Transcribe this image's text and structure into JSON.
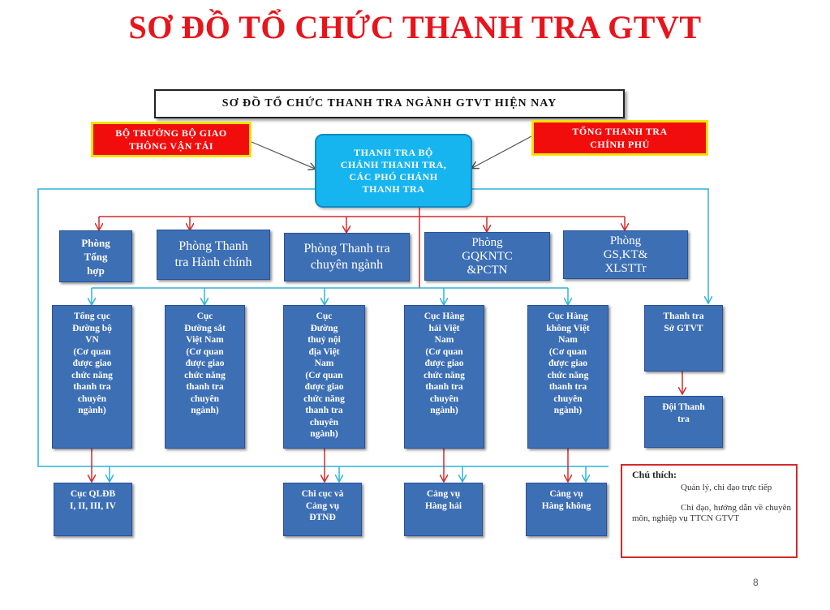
{
  "title": "SƠ ĐỒ TỔ CHỨC THANH TRA GTVT",
  "banner": "SƠ ĐỒ TỔ CHỨC THANH TRA NGÀNH GTVT HIỆN NAY",
  "minister": "BỘ TRƯỞNG BỘ GIAO\nTHÔNG VẬN TẢI",
  "govt_inspector": "TỔNG THANH TRA\nCHÍNH PHỦ",
  "ministry_inspectorate": "THANH TRA BỘ\nCHÁNH THANH TRA,\nCÁC PHÓ CHÁNH\nTHANH TRA",
  "departments": [
    "Phòng\nTổng\nhợp",
    "Phòng Thanh\ntra Hành chính",
    "Phòng Thanh tra\nchuyên ngành",
    "Phòng\nGQKNTC\n&PCTN",
    "Phòng\nGS,KT&\nXLSTTr"
  ],
  "agencies": [
    "Tổng cục\nĐường bộ\nVN\n(Cơ quan\nđược giao\nchức năng\nthanh tra\nchuyên\nngành)",
    "Cục\nĐường sắt\nViệt Nam\n(Cơ quan\nđược giao\nchức năng\nthanh tra\nchuyên\nngành)",
    "Cục\nĐường\nthuỷ nội\nđịa Việt\nNam\n(Cơ quan\nđược giao\nchức năng\nthanh tra\nchuyên\nngành)",
    "Cục Hàng\nhải Việt\nNam\n(Cơ quan\nđược giao\nchức năng\nthanh tra\nchuyên\nngành)",
    "Cục Hàng\nkhông Việt\nNam\n(Cơ quan\nđược giao\nchức năng\nthanh tra\nchuyên\nngành)",
    "Thanh tra\nSở GTVT"
  ],
  "sub_units": [
    "Cục QLĐB\nI, II, III, IV",
    "Chi cục và\nCảng vụ\nĐTNĐ",
    "Cảng vụ\nHàng hải",
    "Cảng vụ\nHàng không",
    "Đội Thanh\ntra"
  ],
  "legend": {
    "title": "Chú thích:",
    "red_text": "Quản lý, chỉ đạo trực tiếp",
    "blue_text": "Chỉ đạo, hướng dẫn về chuyên môn, nghiệp vụ TTCN GTVT"
  },
  "page_number": "8",
  "colors": {
    "title_red": "#e8141c",
    "box_blue": "#3d6fb5",
    "center_cyan": "#17b5ef",
    "red_arrow": "#d42a2a",
    "cyan_arrow": "#2fb4d8"
  }
}
